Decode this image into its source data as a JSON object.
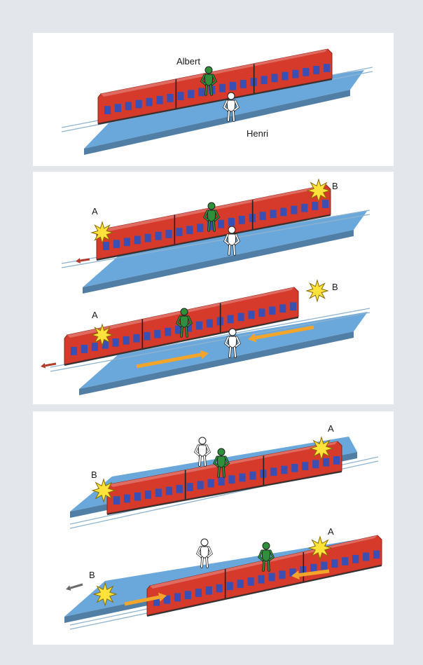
{
  "panel1": {
    "albert_label": "Albert",
    "henri_label": "Henri"
  },
  "panel2": {
    "top": {
      "label_a": "A",
      "label_b": "B"
    },
    "bottom": {
      "label_a": "A",
      "label_b": "B"
    }
  },
  "panel3": {
    "top": {
      "label_a": "A",
      "label_b": "B"
    },
    "bottom": {
      "label_a": "A",
      "label_b": "B"
    }
  },
  "colors": {
    "train": "#d63a2b",
    "platform": "#6aa8db",
    "albert": "#2f8f3a",
    "henri": "#ffffff",
    "flash": "#ffe23a",
    "arrow": "#f2a52a",
    "background": "#e3e6ea"
  }
}
